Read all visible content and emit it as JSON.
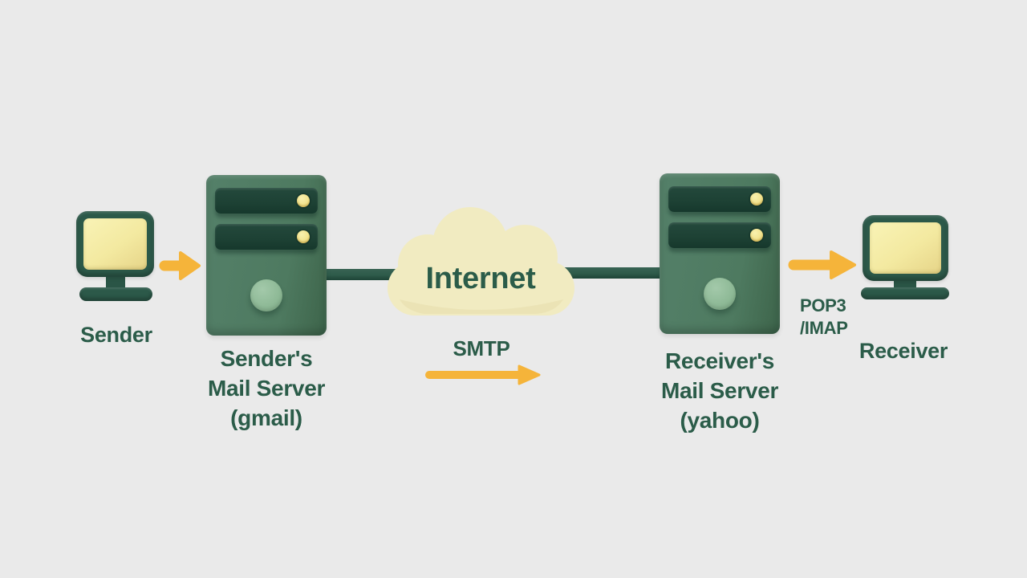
{
  "nodes": {
    "sender": {
      "label": "Sender"
    },
    "sender_server": {
      "lines": [
        "Sender's",
        "Mail Server",
        "(gmail)"
      ]
    },
    "internet_cloud": {
      "label": "Internet"
    },
    "receiver_server": {
      "lines": [
        "Receiver's",
        "Mail Server",
        "(yahoo)"
      ]
    },
    "receiver": {
      "label": "Receiver"
    }
  },
  "protocols": {
    "smtp": {
      "label": "SMTP"
    },
    "pop3_imap": {
      "lines": [
        "POP3",
        "/IMAP"
      ]
    }
  },
  "colors": {
    "background": "#eaeaea",
    "text_green": "#2b5c49",
    "server_green": "#4e7a60",
    "panel_dark_green": "#1d4134",
    "monitor_frame_green": "#2c5949",
    "screen_yellow": "#f5eeab",
    "cloud_yellow": "#f1ebc1",
    "arrow_orange": "#f5b43a",
    "power_button_green": "#8db995",
    "led_yellow": "#f2e58e",
    "connector_green": "#2e5b4a"
  }
}
